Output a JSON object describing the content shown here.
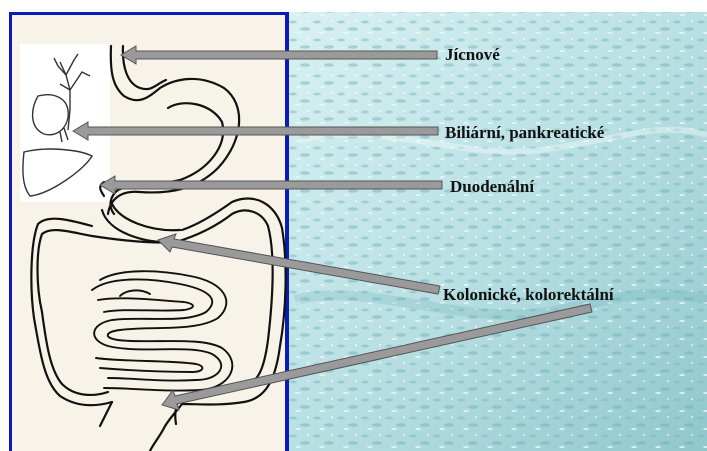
{
  "labels": {
    "esophageal": "Jícnové",
    "biliary_pancreatic": "Biliární, pankreatické",
    "duodenal": "Duodenální",
    "colonic": "Kolonické, kolorektální"
  },
  "colors": {
    "panel_border": "#0a1bb8",
    "arrow_fill": "#9a9a9a",
    "arrow_stroke": "#555555",
    "water_base": "#c9ebec",
    "water_dark": "#7fbcc3",
    "paper": "#f7f3e9",
    "ink": "#111111"
  }
}
